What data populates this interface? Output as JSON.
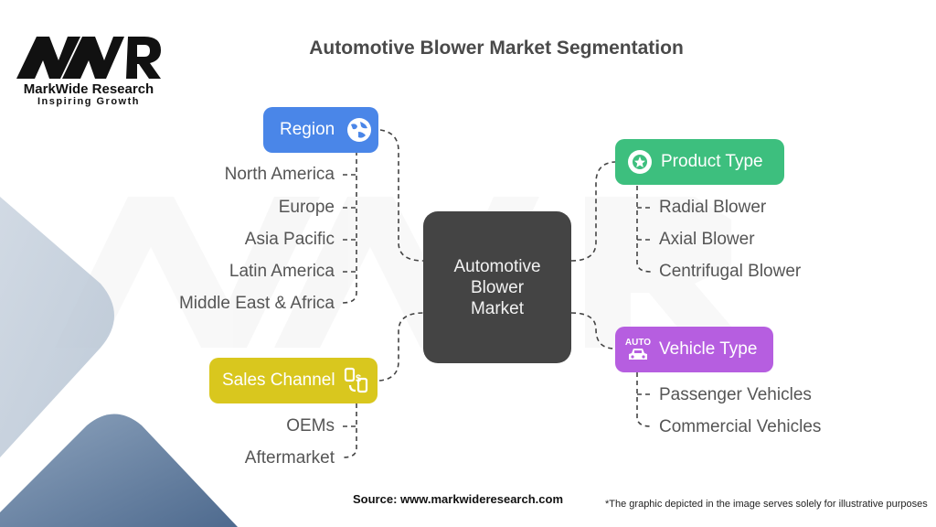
{
  "brand": {
    "logo_text": "MWR",
    "name": "MarkWide Research",
    "tagline": "Inspiring Growth"
  },
  "title": "Automotive Blower Market Segmentation",
  "center_node": {
    "line1": "Automotive",
    "line2": "Blower",
    "line3": "Market"
  },
  "segments": {
    "region": {
      "label": "Region",
      "icon": "globe-icon",
      "color": "#4a86e8",
      "items": [
        "North America",
        "Europe",
        "Asia Pacific",
        "Latin America",
        "Middle East & Africa"
      ]
    },
    "sales_channel": {
      "label": "Sales Channel",
      "icon": "mobile-payment-icon",
      "color": "#d9c71e",
      "items": [
        "OEMs",
        "Aftermarket"
      ]
    },
    "product_type": {
      "label": "Product Type",
      "icon": "wheel-icon",
      "color": "#3dbf7e",
      "items": [
        "Radial Blower",
        "Axial Blower",
        "Centrifugal Blower"
      ]
    },
    "vehicle_type": {
      "label": "Vehicle Type",
      "icon": "auto-car-icon",
      "icon_text": "AUTO",
      "color": "#b65ee0",
      "items": [
        "Passenger Vehicles",
        "Commercial Vehicles"
      ]
    }
  },
  "footer": {
    "source": "Source: www.markwideresearch.com",
    "note": "*The graphic depicted in the image serves solely for illustrative purposes"
  }
}
